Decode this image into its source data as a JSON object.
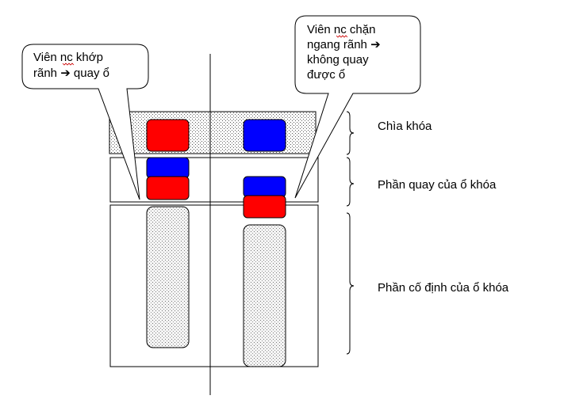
{
  "labels": {
    "key": "Chìa khóa",
    "rotating": "Phần quay của ổ khóa",
    "fixed": "Phần cố định của ổ khóa"
  },
  "callouts": {
    "left": [
      "Viên ",
      "nc",
      " khớp",
      "rãnh ➔ quay ổ"
    ],
    "right": [
      "Viên ",
      "nc",
      " chặn",
      "ngang rãnh ➔",
      "không quay",
      "được ổ"
    ]
  },
  "colors": {
    "pin_red": "#ff0000",
    "pin_blue": "#0000ff",
    "outline": "#000000",
    "spell_underline": "#cc0000"
  }
}
